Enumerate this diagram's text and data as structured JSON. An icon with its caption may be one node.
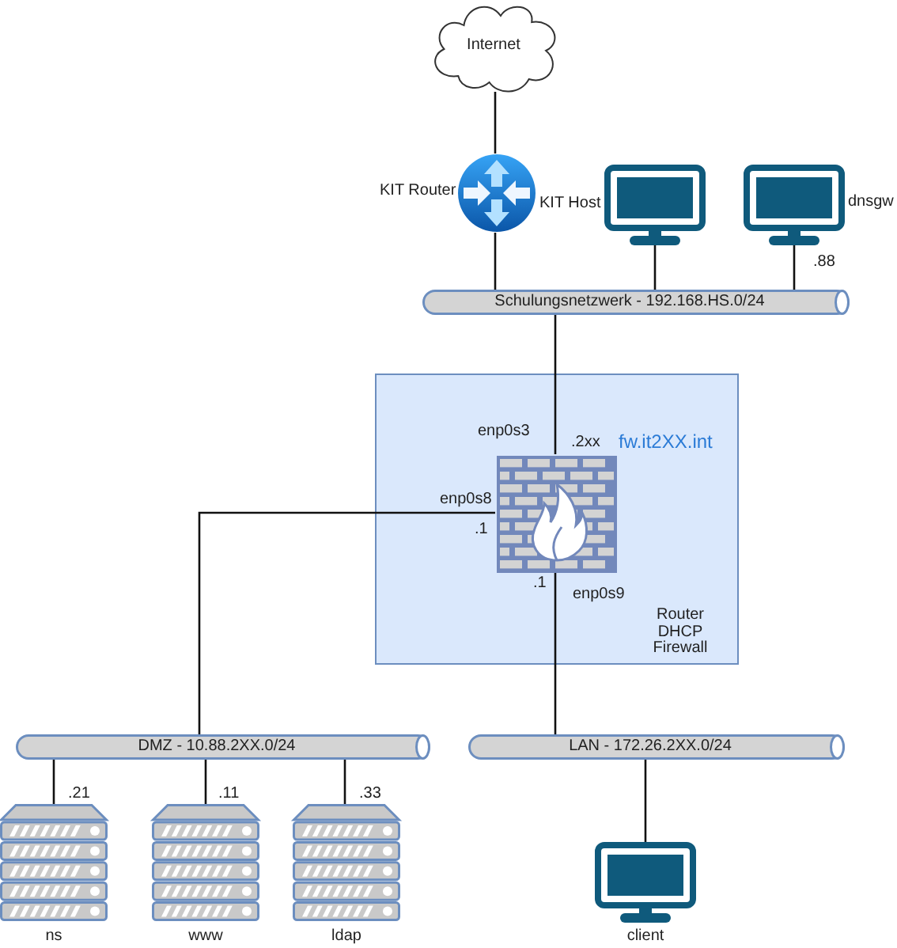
{
  "diagram": {
    "nodes": [
      {
        "text": [
          "Internet"
        ]
      },
      {
        "text": [
          "KIT Router"
        ]
      },
      {
        "text": [
          "KIT Host"
        ]
      },
      {
        "text": [
          "dnsgw"
        ]
      },
      {
        "text": [
          "Schulungsnetzwerk - 192.168.HS.0/24"
        ]
      },
      {
        "text": [
          "fw.it2XX.int",
          "Router DHCP Firewall"
        ]
      },
      {
        "text": [],
        "shape": "picture",
        "in": 5
      },
      {
        "text": [
          "DMZ - 10.88.2XX.0/24"
        ]
      },
      {
        "text": [
          "LAN - 172.26.2XX.0/24"
        ]
      },
      {
        "text": [
          "ns"
        ]
      },
      {
        "text": [
          "www"
        ]
      },
      {
        "text": [
          "ldap"
        ]
      },
      {
        "text": [
          "client"
        ]
      }
    ],
    "edges": [
      {
        "from": 0,
        "to": 1,
        "arrow": "none"
      },
      {
        "from": 1,
        "to": 4,
        "arrow": "none"
      },
      {
        "from": 2,
        "to": 4,
        "arrow": "none"
      },
      {
        "from": 3,
        "to": 4,
        "arrow": "none"
      },
      {
        "from": 4,
        "to": 6,
        "arrow": "none"
      },
      {
        "from": 6,
        "to": 7,
        "arrow": "none"
      },
      {
        "from": 6,
        "to": 8,
        "arrow": "none"
      },
      {
        "from": 7,
        "to": 9,
        "arrow": "none"
      },
      {
        "from": 7,
        "to": 10,
        "arrow": "none"
      },
      {
        "from": 7,
        "to": 11,
        "arrow": "none"
      },
      {
        "from": 8,
        "to": 12,
        "arrow": "none"
      }
    ],
    "labels": [
      ".88",
      "enp0s3",
      ".2xx",
      "enp0s8",
      ".1",
      ".1",
      "enp0s9",
      ".21",
      ".11",
      ".33"
    ]
  }
}
